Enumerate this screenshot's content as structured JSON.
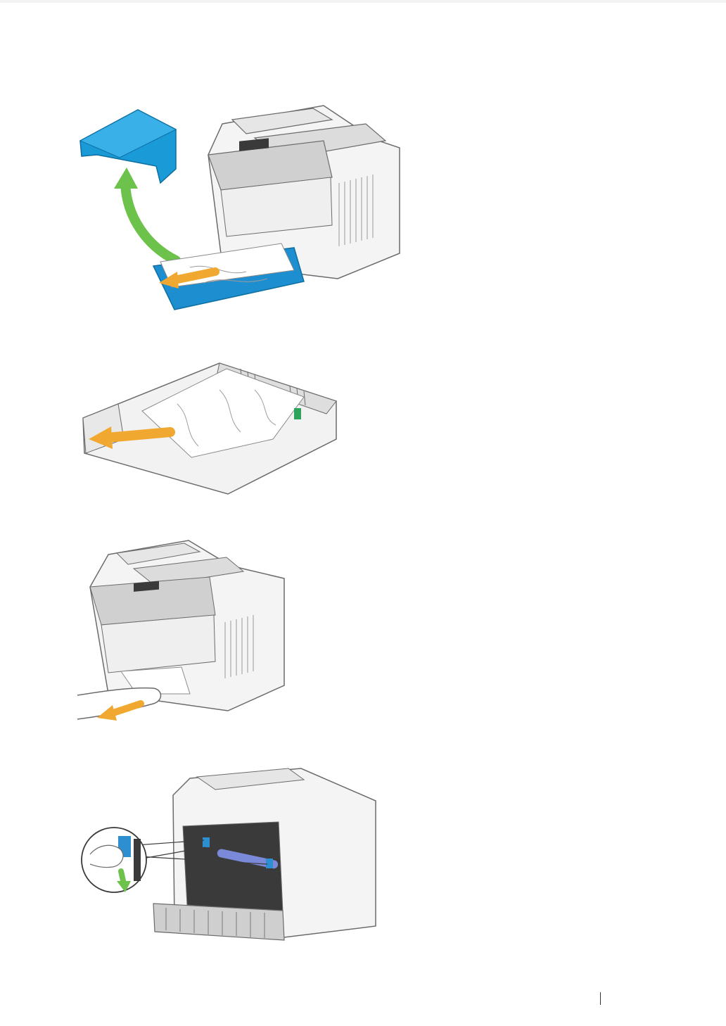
{
  "page": {
    "illustrations": [
      {
        "id": "remove-cover-and-jammed-paper",
        "arrows": [
          "green-up-arrow",
          "orange-pull-arrow"
        ]
      },
      {
        "id": "remove-jammed-paper-from-tray",
        "arrows": [
          "orange-pull-arrow"
        ]
      },
      {
        "id": "pull-paper-from-printer-front",
        "arrows": [
          "orange-pull-arrow"
        ]
      },
      {
        "id": "open-rear-cover-press-levers",
        "arrows": [
          "green-down-arrow"
        ]
      }
    ],
    "colors": {
      "cover_blue": "#1a9ad6",
      "tray_blue": "#1d8fd0",
      "green_arrow": "#6cc24a",
      "orange_arrow": "#f0a830",
      "printer_body": "#f4f4f4",
      "outline": "#6b6b6b",
      "panel_dark": "#3a3a3a"
    }
  }
}
